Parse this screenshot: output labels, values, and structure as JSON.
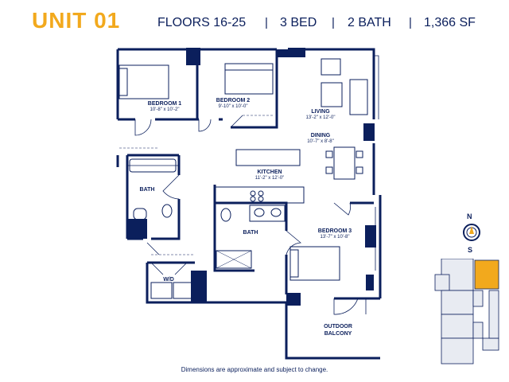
{
  "header": {
    "unit": "UNIT 01",
    "floors": "FLOORS 16-25",
    "beds": "3 BED",
    "baths": "2 BATH",
    "area": "1,366 SF",
    "separator": "|"
  },
  "rooms": {
    "bedroom1": {
      "name": "BEDROOM 1",
      "dims": "10'-8\" x 10'-2\""
    },
    "bedroom2": {
      "name": "BEDROOM 2",
      "dims": "9'-10\" x 10'-0\""
    },
    "living": {
      "name": "LIVING",
      "dims": "13'-2\" x 12'-0\""
    },
    "dining": {
      "name": "DINING",
      "dims": "10'-7\" x 8'-8\""
    },
    "kitchen": {
      "name": "KITCHEN",
      "dims": "11'-2\" x 12'-0\""
    },
    "bath1": {
      "name": "BATH"
    },
    "bath2": {
      "name": "BATH"
    },
    "bedroom3": {
      "name": "BEDROOM 3",
      "dims": "13'-7\" x 10'-8\""
    },
    "wd": {
      "name": "W/D"
    },
    "balcony": {
      "name": "OUTDOOR BALCONY"
    }
  },
  "compass": {
    "north": "N",
    "south": "S"
  },
  "footnote": "Dimensions are approximate and subject to change.",
  "colors": {
    "wall": "#0b1f5c",
    "accent": "#f2a91d",
    "keyplan": "#e8ebf2"
  }
}
